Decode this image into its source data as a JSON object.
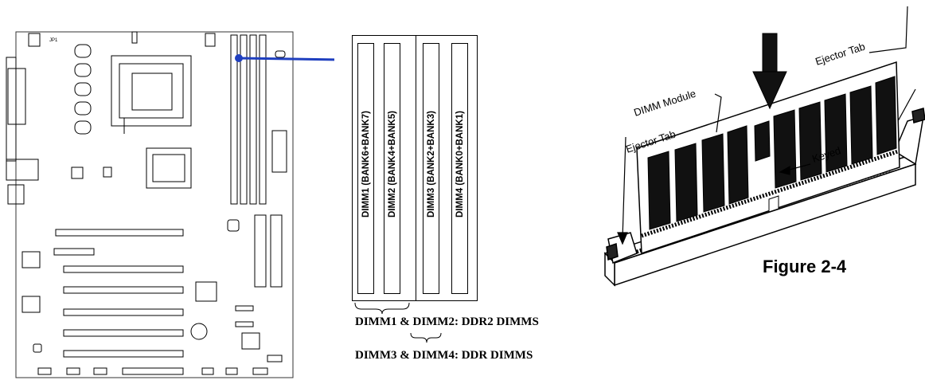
{
  "dimm_panel": {
    "slots": [
      {
        "label": "DIMM1 (BANK6+BANK7)"
      },
      {
        "label": "DIMM2 (BANK4+BANK5)"
      },
      {
        "label": "DIMM3 (BANK2+BANK3)"
      },
      {
        "label": "DIMM4 (BANK0+BANK1)"
      }
    ]
  },
  "captions": {
    "ddr2": "DIMM1 & DIMM2: DDR2 DIMMS",
    "ddr": "DIMM3 & DIMM4: DDR DIMMS"
  },
  "install_figure": {
    "ejector_tab_top": "Ejector Tab",
    "dimm_module": "DIMM Module",
    "ejector_tab_left": "Ejector Tab",
    "keyed": "Keyed",
    "figure_label": "Figure 2-4"
  },
  "colors": {
    "arrow": "#1f3fbf",
    "line": "#000000"
  }
}
